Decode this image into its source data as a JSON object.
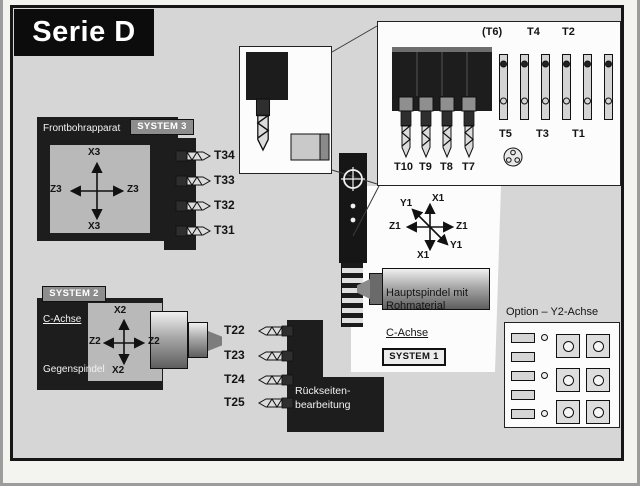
{
  "title": "Serie D",
  "systems": {
    "s1": "SYSTEM 1",
    "s2": "SYSTEM 2",
    "s3": "SYSTEM 3"
  },
  "units": {
    "front_drill": "Frontbohrapparat",
    "main_spindle_line1": "Hauptspindel mit",
    "main_spindle_line2": "Rohmaterial",
    "main_c_axis": "C-Achse",
    "sub_c_axis": "C-Achse",
    "counter_spindle": "Gegenspindel",
    "rear_line1": "Rückseiten-",
    "rear_line2": "bearbeitung",
    "option_y2": "Option – Y2-Achse"
  },
  "tools": {
    "front": [
      "T34",
      "T33",
      "T32",
      "T31"
    ],
    "rear": [
      "T22",
      "T23",
      "T24",
      "T25"
    ],
    "gang_upper": [
      "(T6)",
      "T4",
      "T2"
    ],
    "gang_lower": [
      "T5",
      "T3",
      "T1"
    ],
    "gang_drills": [
      "T10",
      "T9",
      "T8",
      "T7"
    ]
  },
  "axes": {
    "s3": {
      "top": "X3",
      "bottom": "X3",
      "left": "Z3",
      "right": "Z3"
    },
    "s2": {
      "top": "X2",
      "bottom": "X2",
      "left": "Z2",
      "right": "Z2"
    },
    "s1": {
      "top": "X1",
      "bottom": "X1",
      "left": "Z1",
      "right": "Z1",
      "diag_top": "Y1",
      "diag_bottom": "Y1"
    }
  }
}
